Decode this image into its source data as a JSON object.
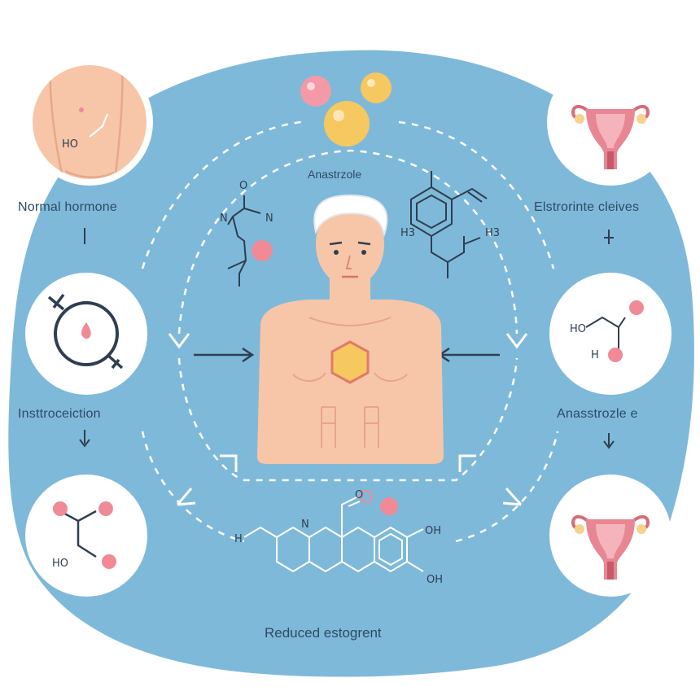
{
  "labels": {
    "top_left": "Normal hormone",
    "top_center": "Anastrzole",
    "top_right": "Elstrorinte cleives",
    "mid_left": "Insttroceiction",
    "mid_right": "Anasstrozle e",
    "bottom": "Reduced estogrent"
  },
  "chem_text": {
    "ho_topleft": "HO",
    "n1": "N",
    "o1": "O",
    "n2": "N",
    "h3_center": "H3",
    "h3_right": "H3",
    "ho_right": "HO",
    "h_right": "H",
    "ho_bottomleft": "HO",
    "n_bottom": "N",
    "h_bottom_left": "H",
    "oh_bottom": "OH",
    "oh_bottom2": "OH",
    "o_bottom": "O"
  },
  "colors": {
    "background_blob": "#7fb9da",
    "node_circle": "#ffffff",
    "skin": "#f7c6a8",
    "pink": "#f08a97",
    "yellow": "#f6c860",
    "line": "#2f3e50"
  }
}
